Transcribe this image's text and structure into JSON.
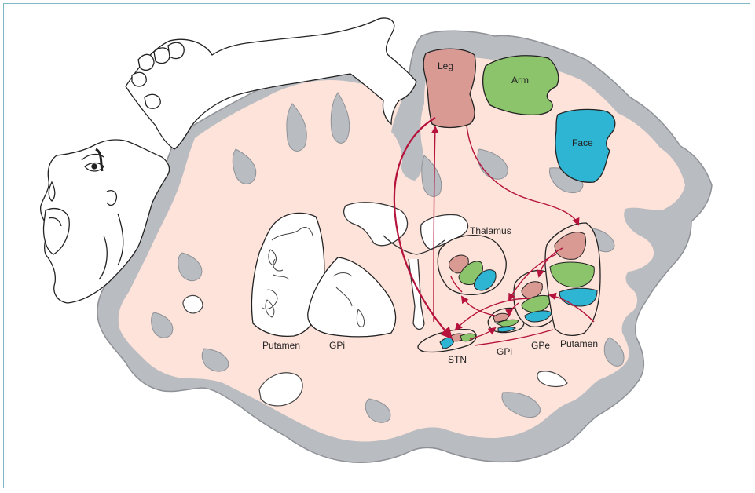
{
  "labels": {
    "leg": "Leg",
    "arm": "Arm",
    "face": "Face",
    "thalamus": "Thalamus",
    "stn": "STN",
    "gpi": "GPi",
    "gpe": "GPe",
    "putamen": "Putamen",
    "left_putamen": "Putamen",
    "left_gpi": "GPi"
  },
  "colors": {
    "white_matter": "#fde3da",
    "gray_matter": "#b9bcc1",
    "gray_matter_dark": "#8e9297",
    "leg": "#d99a94",
    "arm": "#8cc46b",
    "face": "#2fb5d4",
    "pathway": "#b5123c",
    "frame": "#7fb8c2"
  }
}
